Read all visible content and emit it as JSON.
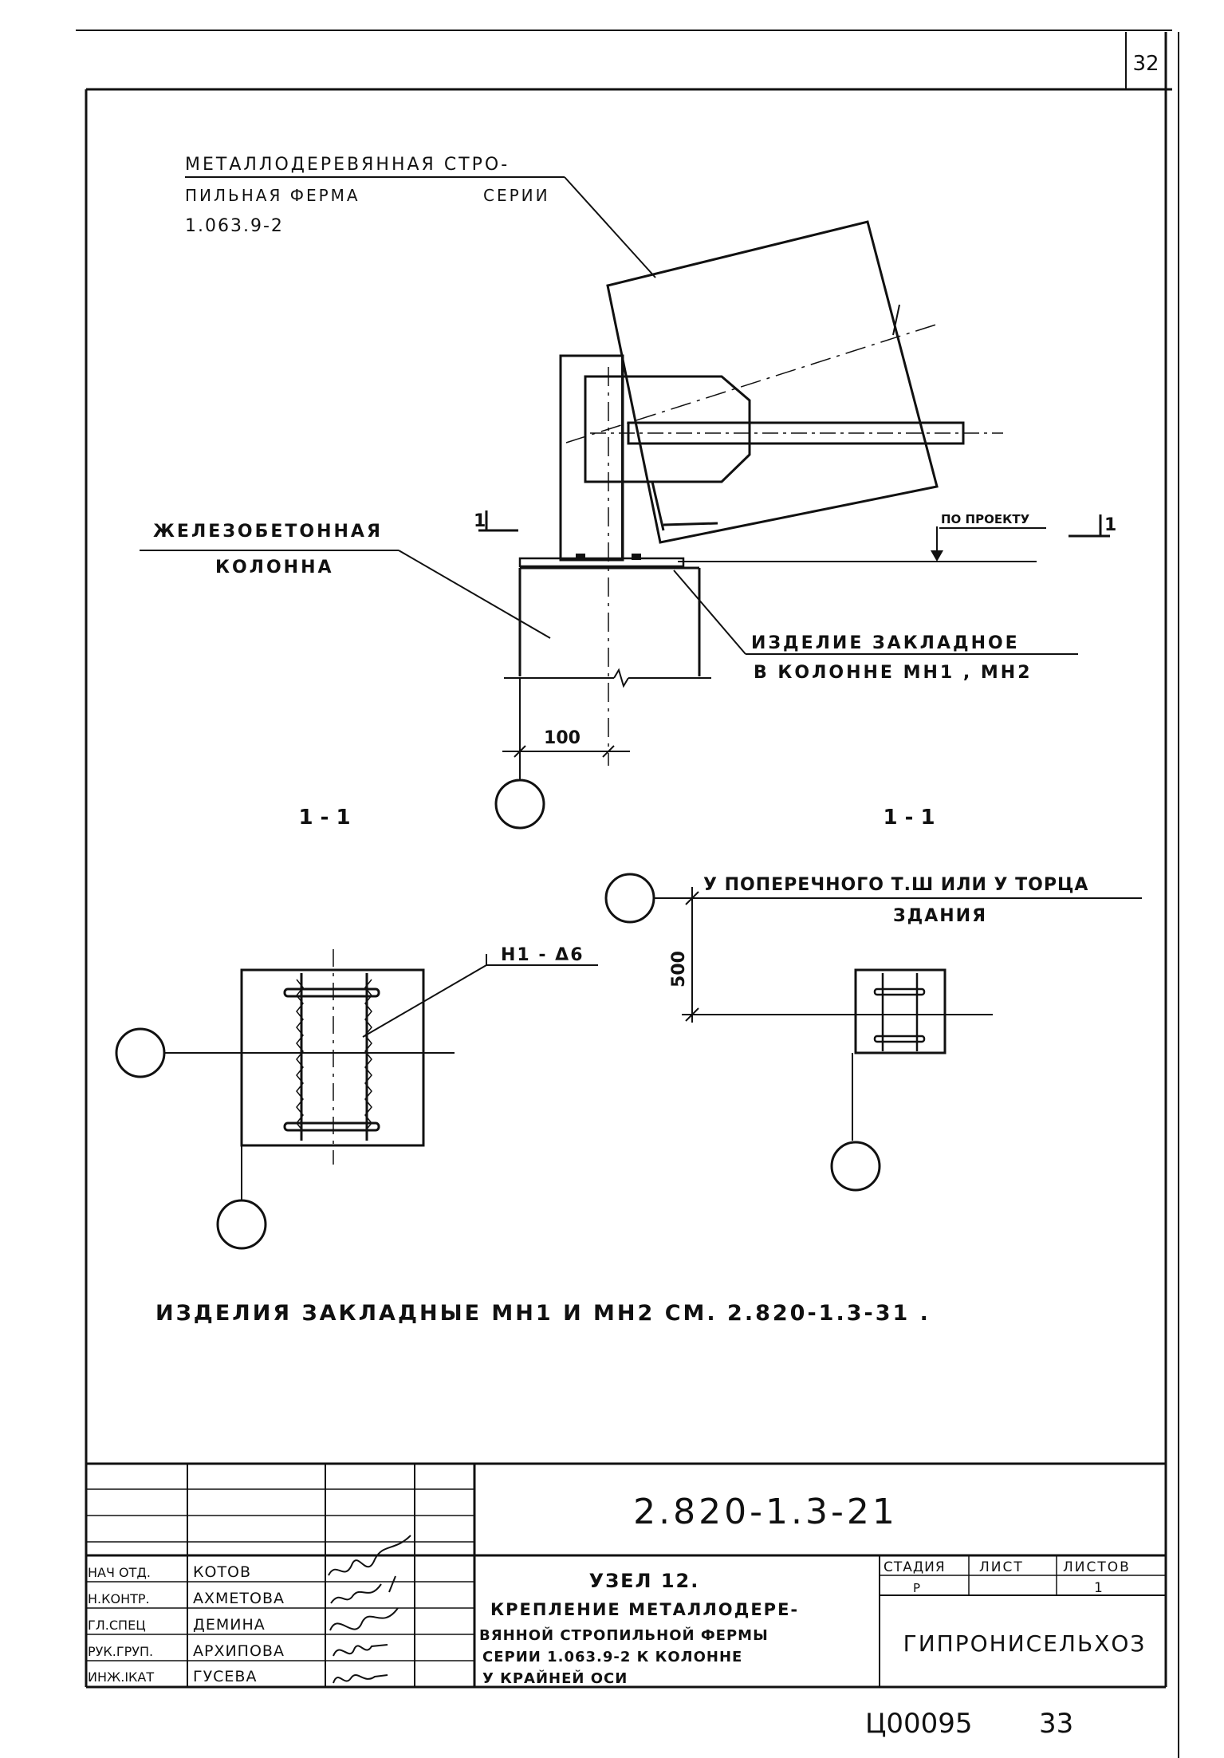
{
  "sheet_number": "32",
  "truss_label": {
    "line1": "МЕТАЛЛОДЕРЕВЯННАЯ СТРО-",
    "line2": "ПИЛЬНАЯ ФЕРМА",
    "line2b": "СЕРИИ",
    "line3": "1.063.9-2"
  },
  "column_label": {
    "line1": "ЖЕЛЕЗОБЕТОННАЯ",
    "line2": "КОЛОННА"
  },
  "embedded_label": {
    "line1": "ИЗДЕЛИЕ ЗАКЛАДНОЕ",
    "line2": "В КОЛОННЕ МН1 , МН2"
  },
  "by_project": "ПО ПРОЕКТУ",
  "section_mark": "1",
  "dim_100": "100",
  "section_titles": {
    "left": "1 - 1",
    "right": "1 - 1"
  },
  "weld_label": "Н1 - Δ6",
  "cross_label": {
    "line1": "У ПОПЕРЕЧНОГО Т.Ш ИЛИ У ТОРЦА",
    "line2": "ЗДАНИЯ"
  },
  "dim_500": "500",
  "note": "ИЗДЕЛИЯ ЗАКЛАДНЫЕ МН1 И МН2 СМ. 2.820-1.3-31 .",
  "title_block": {
    "doc_code": "2.820-1.3-21",
    "title_line1": "УЗЕЛ 12.",
    "title_line2": "КРЕПЛЕНИЕ МЕТАЛЛОДЕРЕ-",
    "title_line3": "ВЯННОЙ СТРОПИЛЬНОЙ ФЕРМЫ",
    "title_line4": "СЕРИИ 1.063.9-2 К КОЛОННЕ",
    "title_line5": "У КРАЙНЕЙ ОСИ",
    "stage_header": "СТАДИЯ",
    "sheet_header": "ЛИСТ",
    "sheets_header": "ЛИСТОВ",
    "stage_value": "Р",
    "sheets_value": "1",
    "organization": "ГИПРОНИСЕЛЬХОЗ",
    "roles": [
      "НАЧ ОТД.",
      "Н.КОНТР.",
      "ГЛ.СПЕЦ",
      "РУК.ГРУП.",
      "ИНЖ.IКАТ"
    ],
    "names": [
      "КОТОВ",
      "АХМЕТОВА",
      "ДЕМИНА",
      "АРХИПОВА",
      "ГУСЕВА"
    ]
  },
  "footer": {
    "code": "Ц00095",
    "page": "33"
  }
}
